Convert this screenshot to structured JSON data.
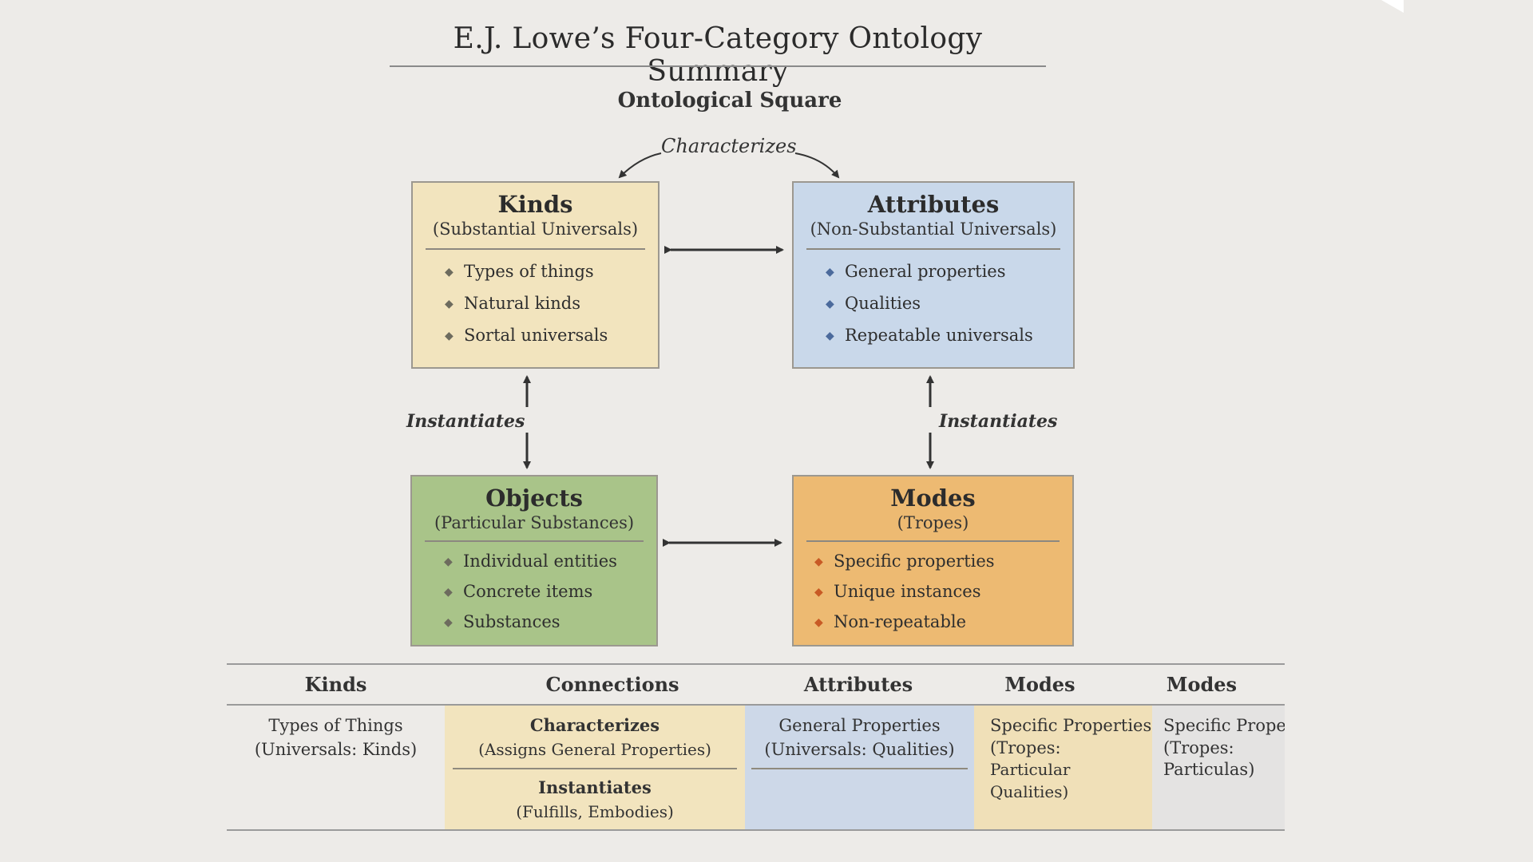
{
  "title": "E.J. Lowe’s Four-Category Ontology Summary",
  "subtitle": "Ontological Square",
  "relations": {
    "characterizes": "Characterizes",
    "instantiates_left": "Instantiates",
    "instantiates_right": "Instantiates"
  },
  "boxes": {
    "kinds": {
      "title": "Kinds",
      "subtitle": "(Substantial Universals)",
      "items": [
        "Types of things",
        "Natural kinds",
        "Sortal universals"
      ],
      "color": "#f2e4be"
    },
    "attributes": {
      "title": "Attributes",
      "subtitle": "(Non-Substantial Universals)",
      "items": [
        "General properties",
        "Qualities",
        "Repeatable universals"
      ],
      "color": "#c9d8ea"
    },
    "objects": {
      "title": "Objects",
      "subtitle": "(Particular Substances)",
      "items": [
        "Individual entities",
        "Concrete items",
        "Substances"
      ],
      "color": "#a9c489"
    },
    "modes": {
      "title": "Modes",
      "subtitle": "(Tropes)",
      "items": [
        "Specific properties",
        "Unique instances",
        "Non-repeatable"
      ],
      "color": "#edba72"
    }
  },
  "bullet_glyph": "◆",
  "table": {
    "headers": [
      "Kinds",
      "Connections",
      "Attributes",
      "Modes",
      "Modes"
    ],
    "kinds": {
      "line1": "Types of Things",
      "line2": "(Universals: Kinds)"
    },
    "connections": {
      "a_title": "Characterizes",
      "a_sub": "(Assigns General Properties)",
      "b_title": "Instantiates",
      "b_sub": "(Fulfills, Embodies)"
    },
    "attributes": {
      "line1": "General Properties",
      "line2": "(Universals: Qualities)"
    },
    "modes1": {
      "line1": "Specific Properties",
      "line2": "(Tropes:",
      "line3": "Particular Qualities)"
    },
    "modes2": {
      "line1": "Specific Proper",
      "line2": "(Tropes:",
      "line3": "Particulas)"
    }
  }
}
